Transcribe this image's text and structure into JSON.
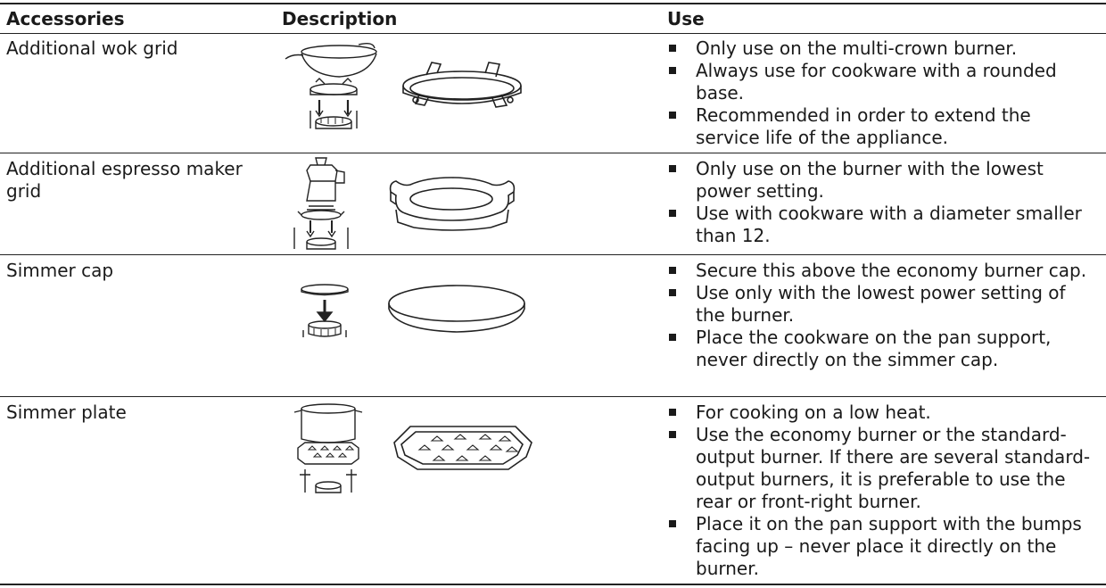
{
  "header": {
    "col1": "Accessories",
    "col2": "Description",
    "col3": "Use"
  },
  "rows": [
    {
      "name": "Additional wok grid",
      "uses": [
        "Only use on the multi-crown burner.",
        "Always use for cookware with a rounded base.",
        "Recommended in order to extend the service life of the appliance."
      ]
    },
    {
      "name": "Additional espresso maker grid",
      "uses": [
        "Only use on the burner with the lowest power setting.",
        "Use with cookware with a diameter smaller than 12."
      ]
    },
    {
      "name": "Simmer cap",
      "uses": [
        "Secure this above the economy burner cap.",
        "Use only with the lowest power setting of the burner.",
        "Place the cookware on the pan support, never directly on the simmer cap."
      ]
    },
    {
      "name": "Simmer plate",
      "uses": [
        "For cooking on a low heat.",
        "Use the economy burner or the standard-output burner. If there are several standard-output burners, it is preferable to use the rear or front-right burner.",
        "Place it on the pan support with the bumps facing up – never place it directly on the burner."
      ]
    }
  ]
}
